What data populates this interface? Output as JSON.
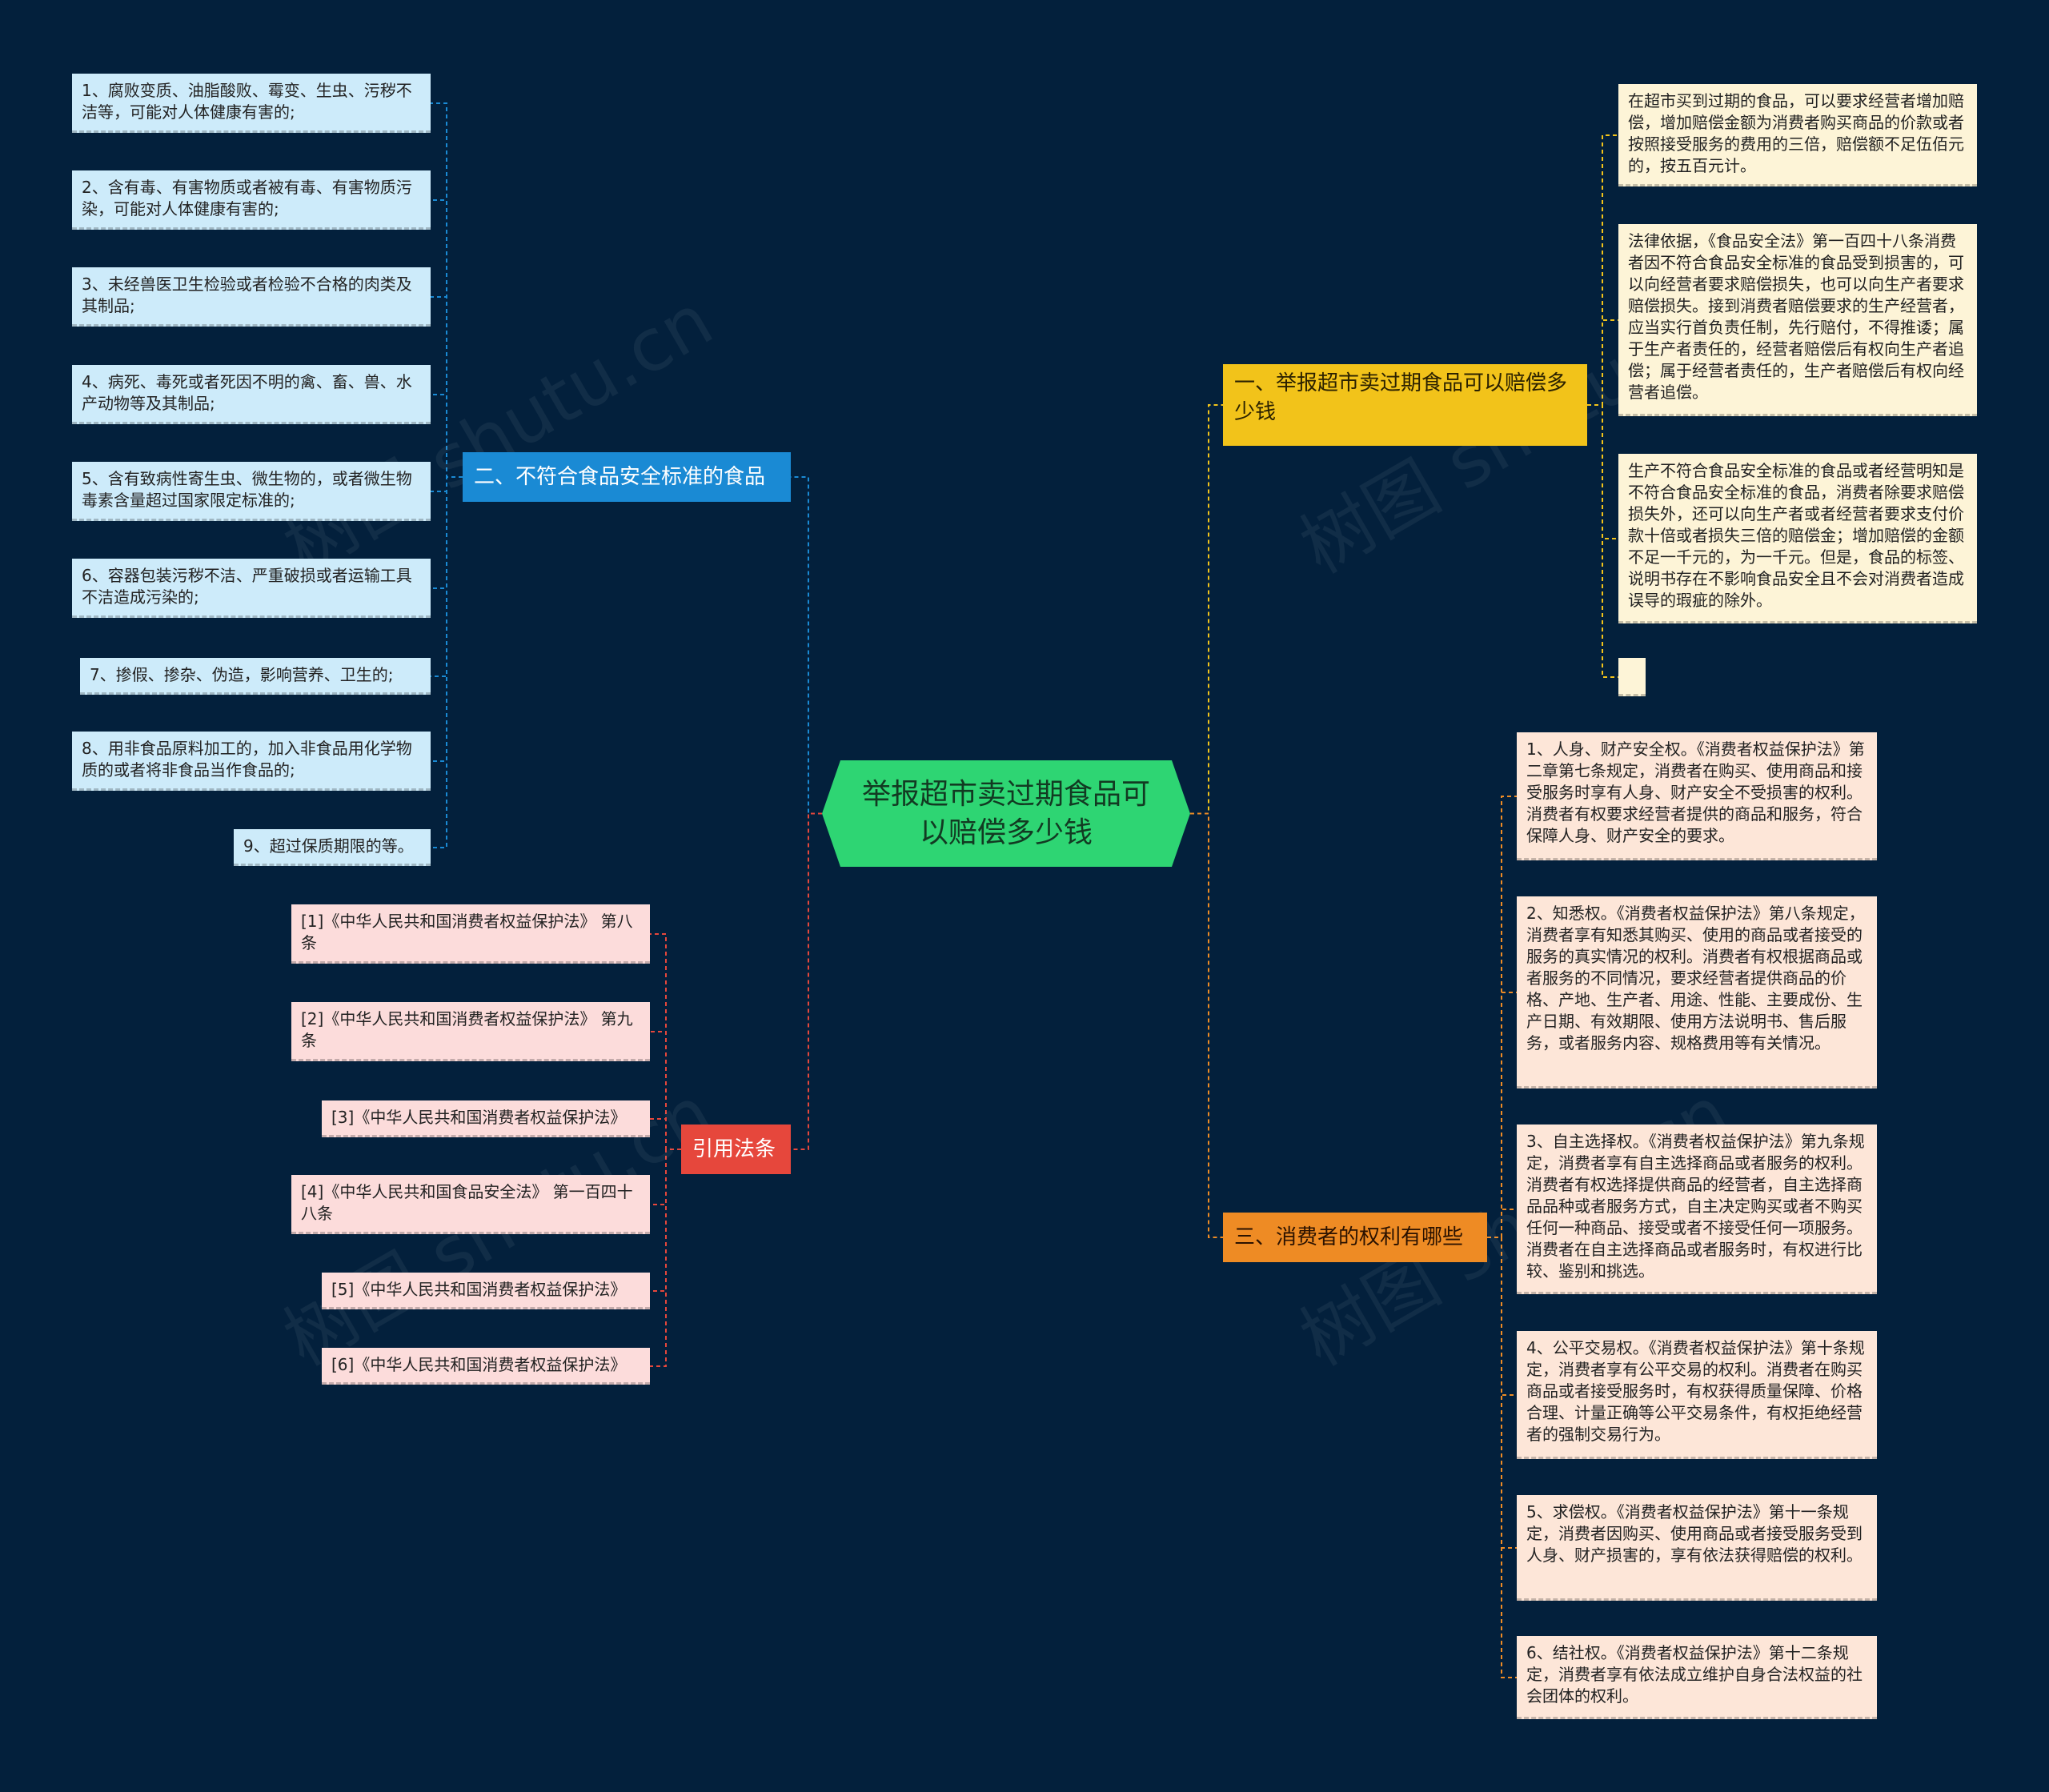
{
  "root": {
    "label": "举报超市卖过期食品可以赔偿多少钱"
  },
  "branches": {
    "food": {
      "label": "二、不符合食品安全标准的食品"
    },
    "law": {
      "label": "引用法条"
    },
    "comp": {
      "label": "一、举报超市卖过期食品可以赔偿多少钱"
    },
    "rights": {
      "label": "三、消费者的权利有哪些"
    }
  },
  "food_items": [
    "1、腐败变质、油脂酸败、霉变、生虫、污秽不洁等，可能对人体健康有害的;",
    "2、含有毒、有害物质或者被有毒、有害物质污染，可能对人体健康有害的;",
    "3、未经兽医卫生检验或者检验不合格的肉类及其制品;",
    "4、病死、毒死或者死因不明的禽、畜、兽、水产动物等及其制品;",
    "5、含有致病性寄生虫、微生物的，或者微生物毒素含量超过国家限定标准的;",
    "6、容器包装污秽不洁、严重破损或者运输工具不洁造成污染的;",
    "7、掺假、掺杂、伪造，影响营养、卫生的;",
    "8、用非食品原料加工的，加入非食品用化学物质的或者将非食品当作食品的;",
    "9、超过保质期限的等。"
  ],
  "law_items": [
    "[1]《中华人民共和国消费者权益保护法》 第八条",
    "[2]《中华人民共和国消费者权益保护法》 第九条",
    "[3]《中华人民共和国消费者权益保护法》",
    "[4]《中华人民共和国食品安全法》 第一百四十八条",
    "[5]《中华人民共和国消费者权益保护法》",
    "[6]《中华人民共和国消费者权益保护法》"
  ],
  "comp_items": [
    "在超市买到过期的食品，可以要求经营者增加赔偿，增加赔偿金额为消费者购买商品的价款或者按照接受服务的费用的三倍，赔偿额不足伍佰元的，按五百元计。",
    "法律依据，《食品安全法》第一百四十八条消费者因不符合食品安全标准的食品受到损害的，可以向经营者要求赔偿损失，也可以向生产者要求赔偿损失。接到消费者赔偿要求的生产经营者，应当实行首负责任制，先行赔付，不得推诿；属于生产者责任的，经营者赔偿后有权向生产者追偿；属于经营者责任的，生产者赔偿后有权向经营者追偿。",
    "生产不符合食品安全标准的食品或者经营明知是不符合食品安全标准的食品，消费者除要求赔偿损失外，还可以向生产者或者经营者要求支付价款十倍或者损失三倍的赔偿金；增加赔偿的金额不足一千元的，为一千元。但是，食品的标签、说明书存在不影响食品安全且不会对消费者造成误导的瑕疵的除外。",
    ""
  ],
  "rights_items": [
    "1、人身、财产安全权。《消费者权益保护法》第二章第七条规定，消费者在购买、使用商品和接受服务时享有人身、财产安全不受损害的权利。消费者有权要求经营者提供的商品和服务，符合保障人身、财产安全的要求。",
    "2、知悉权。《消费者权益保护法》第八条规定，消费者享有知悉其购买、使用的商品或者接受的服务的真实情况的权利。消费者有权根据商品或者服务的不同情况，要求经营者提供商品的价格、产地、生产者、用途、性能、主要成份、生产日期、有效期限、使用方法说明书、售后服务，或者服务内容、规格费用等有关情况。",
    "3、自主选择权。《消费者权益保护法》第九条规定，消费者享有自主选择商品或者服务的权利。消费者有权选择提供商品的经营者，自主选择商品品种或者服务方式，自主决定购买或者不购买任何一种商品、接受或者不接受任何一项服务。消费者在自主选择商品或者服务时，有权进行比较、鉴别和挑选。",
    "4、公平交易权。《消费者权益保护法》第十条规定，消费者享有公平交易的权利。消费者在购买商品或者接受服务时，有权获得质量保障、价格合理、计量正确等公平交易条件，有权拒绝经营者的强制交易行为。",
    "5、求偿权。《消费者权益保护法》第十一条规定，消费者因购买、使用商品或者接受服务受到人身、财产损害的，享有依法获得赔偿的权利。",
    "6、结社权。《消费者权益保护法》第十二条规定，消费者享有依法成立维护自身合法权益的社会团体的权利。"
  ],
  "watermark": "树图 shutu.cn",
  "colors": {
    "background": "#03203c",
    "root": "#2ed573",
    "food": "#1a8ad4",
    "law": "#e6473c",
    "comp": "#f2c31a",
    "rights": "#ee8b24"
  }
}
